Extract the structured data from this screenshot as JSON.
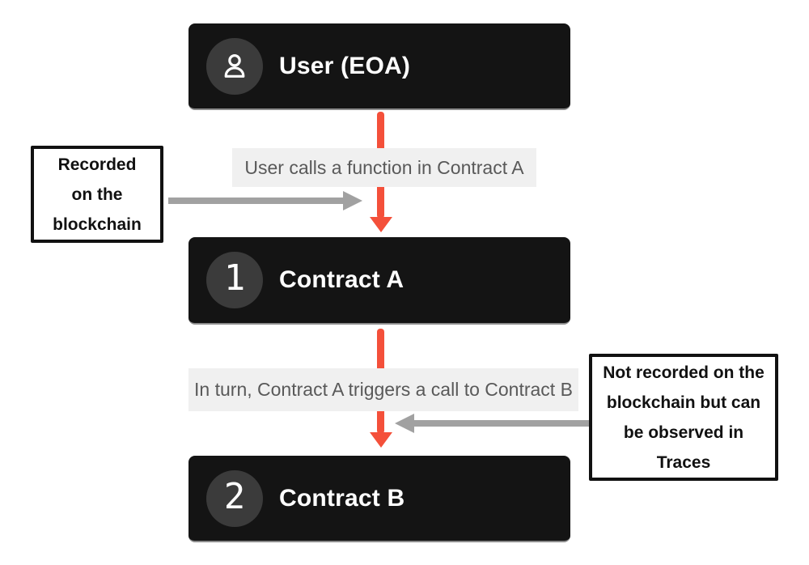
{
  "colors": {
    "page-bg": "#ffffff",
    "node-bg": "#141414",
    "node-edge": "#8c8c8c",
    "badge-bg": "#3b3b3b",
    "label-bg": "#f0f0f0",
    "label-text": "#595959",
    "arrow-gray": "#a1a1a1",
    "accent": "#f4503a",
    "ann-border": "#111111",
    "text-on-dark": "#ffffff"
  },
  "nodes": {
    "user": {
      "title": "User (EOA)",
      "badge_icon": "user-icon"
    },
    "contract_a": {
      "title": "Contract A",
      "badge": "1"
    },
    "contract_b": {
      "title": "Contract B",
      "badge": "2"
    }
  },
  "edges": {
    "user_to_a": {
      "label": "User calls a function in Contract A"
    },
    "a_to_b": {
      "label": "In turn, Contract A triggers a call to Contract B"
    }
  },
  "annotations": {
    "left": {
      "lines": [
        "Recorded",
        "on the",
        "blockchain"
      ]
    },
    "right": {
      "lines": [
        "Not recorded on the",
        "blockchain but can",
        "be observed in",
        "Traces"
      ]
    }
  }
}
